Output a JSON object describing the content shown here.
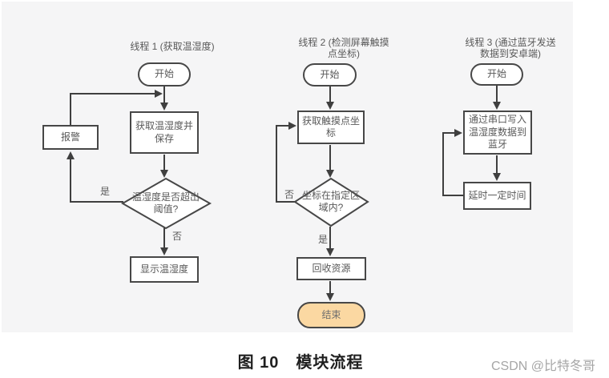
{
  "figure": {
    "caption": "图 10　模块流程",
    "watermark": "CSDN @比特冬哥"
  },
  "colors": {
    "panel_bg": "#f5f5f6",
    "node_border": "#474747",
    "connector_line": "#3f3f3f",
    "node_text": "#595959",
    "end_node_fill": "#fbd8a2",
    "caption_text": "#1f1f1f",
    "watermark_text": "#a6a6a6"
  },
  "threads": [
    {
      "title": "线程 1 (获取温湿度)",
      "nodes": {
        "start": "开始",
        "acquire": "获取温湿度并保存",
        "alarm": "报警",
        "decision": "温湿度是否超出阈值?",
        "display": "显示温湿度"
      },
      "edge_labels": {
        "yes": "是",
        "no": "否"
      }
    },
    {
      "title": "线程 2 (检测屏幕触摸点坐标)",
      "nodes": {
        "start": "开始",
        "get_touch": "获取触摸点坐标",
        "decision": "坐标在指定区域内?",
        "recycle": "回收资源",
        "end": "结束"
      },
      "edge_labels": {
        "yes": "是",
        "no": "否"
      }
    },
    {
      "title": "线程 3 (通过蓝牙发送数据到安卓端)",
      "nodes": {
        "start": "开始",
        "write_bluetooth": "通过串口写入温湿度数据到蓝牙",
        "delay": "延时一定时间"
      }
    }
  ]
}
